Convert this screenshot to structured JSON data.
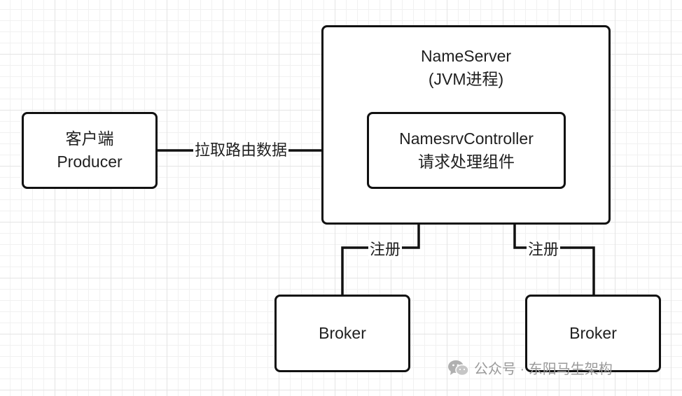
{
  "nodes": {
    "client": {
      "line1": "客户端",
      "line2": "Producer"
    },
    "nameserver": {
      "line1": "NameServer",
      "line2": "(JVM进程)"
    },
    "controller": {
      "line1": "NamesrvController",
      "line2": "请求处理组件"
    },
    "broker_left": {
      "label": "Broker"
    },
    "broker_right": {
      "label": "Broker"
    }
  },
  "edges": {
    "pull_route": {
      "label": "拉取路由数据"
    },
    "register_left": {
      "label": "注册"
    },
    "register_right": {
      "label": "注册"
    }
  },
  "watermark": {
    "text": "公众号 · 东阳马生架构"
  }
}
